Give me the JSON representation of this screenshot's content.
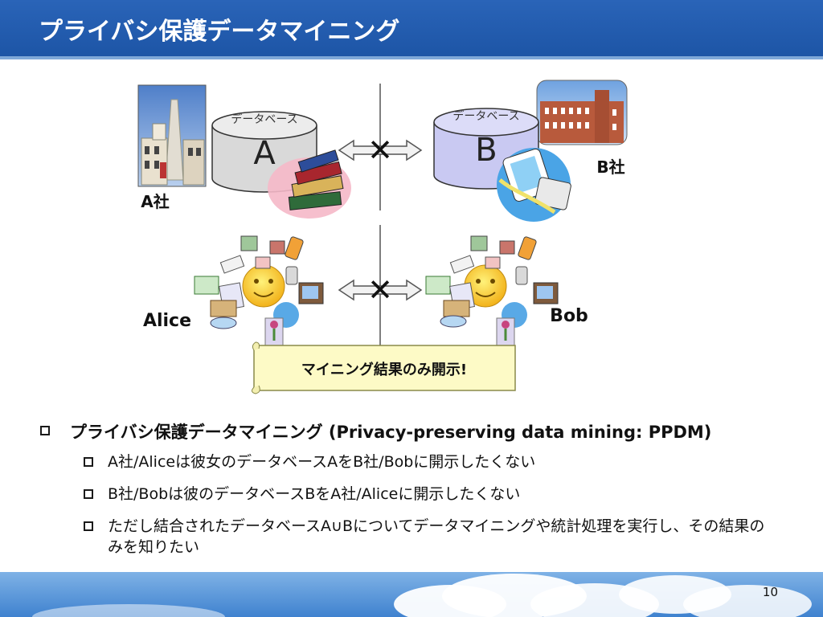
{
  "slide": {
    "title": "プライバシ保護データマイニング",
    "page_number": "10"
  },
  "diagram": {
    "company_a": {
      "db_caption": "データベース",
      "db_letter": "A",
      "label": "A社"
    },
    "company_b": {
      "db_caption": "データベース",
      "db_letter": "B",
      "label": "B社"
    },
    "person_a": "Alice",
    "person_b": "Bob",
    "scroll_text": "マイニング結果のみ開示!",
    "cross_symbol": "✕"
  },
  "bullets": {
    "main": "プライバシ保護データマイニング (Privacy-preserving data mining: PPDM)",
    "sub": [
      "A社/Aliceは彼女のデータベースAをB社/Bobに開示したくない",
      "B社/Bobは彼のデータベースBをA社/Aliceに開示したくない",
      "ただし結合されたデータベースA∪Bについてデータマイニングや統計処理を実行し、その結果のみを知りたい"
    ]
  },
  "colors": {
    "title_bar": "#1d55a6",
    "db_a_fill": "#d9d9d9",
    "db_b_fill": "#c9c9f2",
    "scroll_fill": "#fdfac6",
    "scroll_border": "#8a8a4a"
  }
}
